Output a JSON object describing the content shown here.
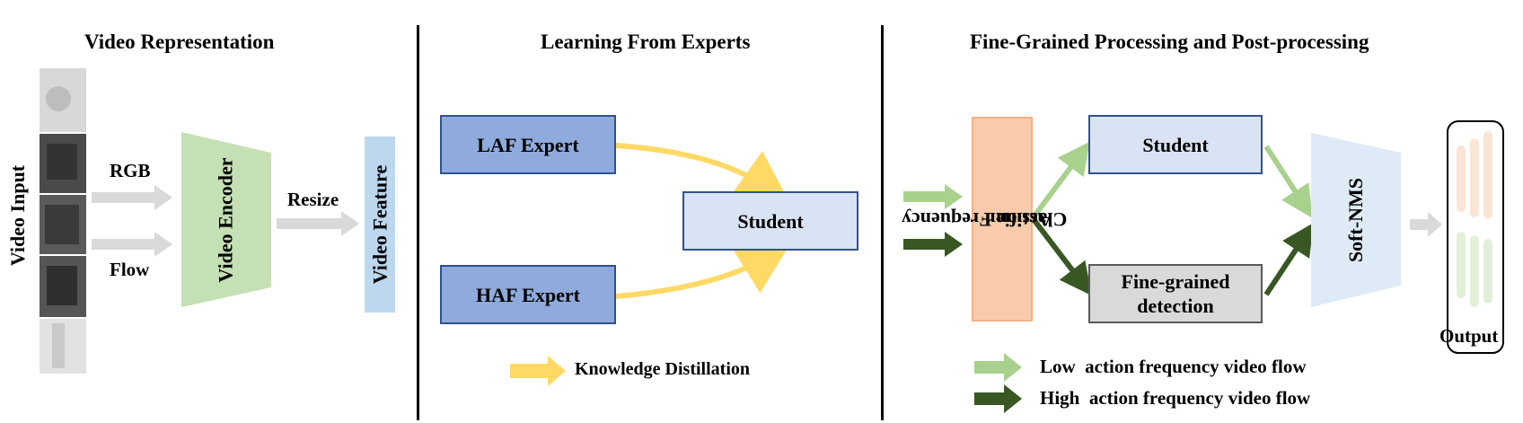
{
  "sections": {
    "video_representation": "Video Representation",
    "learning_from_experts": "Learning From Experts",
    "fine_grained": "Fine-Grained Processing and Post-processing"
  },
  "video_representation": {
    "video_input": "Video Input",
    "rgb": "RGB",
    "flow": "Flow",
    "video_encoder": "Video Encoder",
    "resize": "Resize",
    "video_feature": "Video Feature"
  },
  "learning": {
    "laf_expert": "LAF Expert",
    "haf_expert": "HAF Expert",
    "student": "Student",
    "legend": "Knowledge Distillation"
  },
  "fine_grained": {
    "classifier_line1": "Action Frequency",
    "classifier_line2": "Classifier",
    "student": "Student",
    "detection_line1": "Fine-grained",
    "detection_line2": "detection",
    "soft_nms": "Soft-NMS",
    "output": "Output",
    "legend_low": "Low  action frequency video flow",
    "legend_high": "High  action frequency video flow"
  },
  "colors": {
    "expert_fill": "#8faadc",
    "student_fill": "#dae3f3",
    "box_border": "#2f528f",
    "encoder_fill": "#c5e0b4",
    "feature_fill": "#bdd7ee",
    "classifier_fill": "#f8cbad",
    "classifier_border": "#f4b183",
    "detection_fill": "#d9d9d9",
    "softnms_fill": "#deebf7",
    "distill_arrow": "#ffd966",
    "low_flow": "#a9d18e",
    "high_flow": "#385723",
    "gray_arrow": "#d9d9d9"
  }
}
